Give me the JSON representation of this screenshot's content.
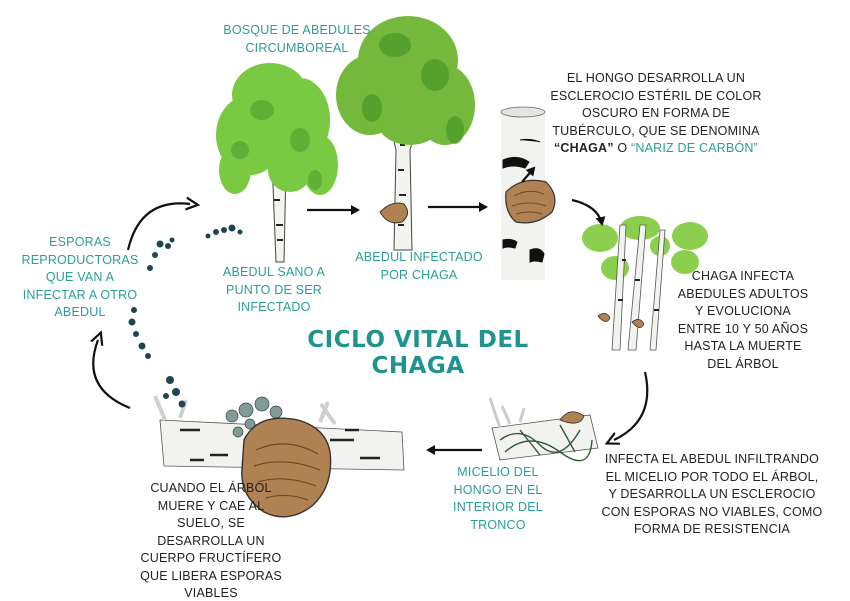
{
  "title": "CICLO VITAL DEL CHAGA",
  "labels": {
    "forest": "BOSQUE DE ABEDULES CIRCUMBOREAL",
    "healthy": "ABEDUL SANO A PUNTO DE SER INFECTADO",
    "infected": "ABEDUL INFECTADO POR CHAGA",
    "sclerotium_pre": "EL HONGO DESARROLLA UN ESCLEROCIO ESTÉRIL DE COLOR OSCURO  EN FORMA DE TUBÉRCULO, QUE SE DENOMINA ",
    "sclerotium_bold": "“CHAGA”",
    "sclerotium_mid": " O ",
    "sclerotium_teal": "“NARIZ DE CARBÓN”",
    "infects_adults": "CHAGA INFECTA ABEDULES ADULTOS Y EVOLUCIONA  ENTRE 10 Y 50 AÑOS HASTA LA MUERTE DEL ÁRBOL",
    "mycelium_spread": "INFECTA EL ABEDUL INFILTRANDO EL MICELIO POR TODO EL ÁRBOL, Y DESARROLLA  UN ESCLEROCIO CON ESPORAS NO VIABLES, COMO FORMA DE RESISTENCIA",
    "mycelium_trunk": "MICELIO DEL HONGO EN EL INTERIOR DEL TRONCO",
    "fruiting_body": "CUANDO EL ÁRBOL MUERE Y CAE AL SUELO, SE DESARROLLA UN CUERPO FRUCTÍFERO QUE LIBERA ESPORAS VIABLES",
    "spores": "ESPORAS REPRODUCTORAS QUE VAN A INFECTAR A OTRO ABEDUL"
  },
  "colors": {
    "teal": "#2a9d97",
    "dark_text": "#222222",
    "leaf_light": "#7ac943",
    "leaf_dark": "#4f9a2a",
    "fungus": "#b08152",
    "spore": "#1d4750"
  }
}
